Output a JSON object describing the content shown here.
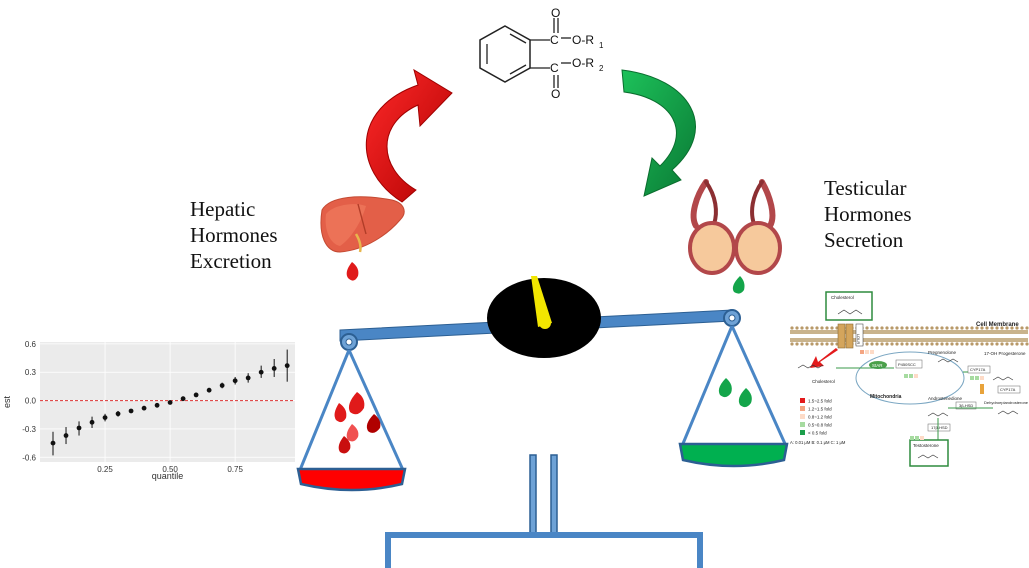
{
  "structure": {
    "carbonyl_o_top": "O",
    "carbonyl_o_bottom": "O",
    "c_top": "C",
    "c_bottom": "C",
    "ester_top": "O-R",
    "ester_top_sub": "1",
    "ester_bottom": "O-R",
    "ester_bottom_sub": "2"
  },
  "labels": {
    "hepatic": [
      "Hepatic",
      "Hormones",
      "Excretion"
    ],
    "testicular": [
      "Testicular",
      "Hormones",
      "Secretion"
    ]
  },
  "colors": {
    "hepatic_arrow": "#e01a1a",
    "testicular_arrow": "#14a54a",
    "balance_beam": "#4a86c5",
    "gauge": "#000000",
    "needle": "#f2e600",
    "left_pan_fill": "#ff0000",
    "right_pan_fill": "#00b050"
  },
  "chart_data": {
    "type": "scatter",
    "xlabel": "quantile",
    "ylabel": "est",
    "xlim": [
      0.0,
      0.98
    ],
    "ylim": [
      -0.65,
      0.62
    ],
    "xticks": [
      "0.25",
      "0.50",
      "0.75"
    ],
    "yticks": [
      "0.6",
      "0.3",
      "0.0",
      "-0.3",
      "-0.6"
    ],
    "reference_line": 0.0,
    "points": [
      {
        "x": 0.05,
        "y": -0.45,
        "lo": -0.58,
        "hi": -0.33
      },
      {
        "x": 0.1,
        "y": -0.37,
        "lo": -0.46,
        "hi": -0.28
      },
      {
        "x": 0.15,
        "y": -0.29,
        "lo": -0.37,
        "hi": -0.22
      },
      {
        "x": 0.2,
        "y": -0.23,
        "lo": -0.29,
        "hi": -0.17
      },
      {
        "x": 0.25,
        "y": -0.18,
        "lo": -0.22,
        "hi": -0.14
      },
      {
        "x": 0.3,
        "y": -0.14,
        "lo": -0.17,
        "hi": -0.11
      },
      {
        "x": 0.35,
        "y": -0.11,
        "lo": -0.13,
        "hi": -0.09
      },
      {
        "x": 0.4,
        "y": -0.08,
        "lo": -0.095,
        "hi": -0.065
      },
      {
        "x": 0.45,
        "y": -0.05,
        "lo": -0.06,
        "hi": -0.04
      },
      {
        "x": 0.5,
        "y": -0.02,
        "lo": -0.03,
        "hi": -0.01
      },
      {
        "x": 0.55,
        "y": 0.02,
        "lo": 0.01,
        "hi": 0.03
      },
      {
        "x": 0.6,
        "y": 0.06,
        "lo": 0.05,
        "hi": 0.07
      },
      {
        "x": 0.65,
        "y": 0.11,
        "lo": 0.09,
        "hi": 0.13
      },
      {
        "x": 0.7,
        "y": 0.16,
        "lo": 0.13,
        "hi": 0.19
      },
      {
        "x": 0.75,
        "y": 0.21,
        "lo": 0.17,
        "hi": 0.25
      },
      {
        "x": 0.8,
        "y": 0.24,
        "lo": 0.19,
        "hi": 0.29
      },
      {
        "x": 0.85,
        "y": 0.3,
        "lo": 0.24,
        "hi": 0.37
      },
      {
        "x": 0.9,
        "y": 0.34,
        "lo": 0.25,
        "hi": 0.44
      },
      {
        "x": 0.95,
        "y": 0.37,
        "lo": 0.2,
        "hi": 0.54
      }
    ]
  },
  "pathway": {
    "title": "Cell Membrane",
    "cholesterol_top": "Cholesterol",
    "cholesterol_mid": "Cholesterol",
    "mitochondria": "Mitochondria",
    "star": "StAR",
    "pregnenolone": "Pregnenolone",
    "progesterone": "17-OH Progesterone",
    "androstenedione": "Androstenedione",
    "dhea": "Dehydroepiandrosterone",
    "testosterone": "Testosterone",
    "enzymes": [
      "P450SCC",
      "CYP17A",
      "CYP17A",
      "3β-HSD",
      "17β-HSD"
    ],
    "receptor": "LDLR",
    "legend": [
      "1.5~2.5 fold",
      "1.2~1.5 fold",
      "0.8~1.2 fold",
      "0.5~0.8 fold",
      "< 0.5 fold"
    ],
    "legend_colors": [
      "#e31a1c",
      "#f4a582",
      "#fddbc7",
      "#a6dba0",
      "#1b9e4b"
    ],
    "dose_note": "A: 0.01 μM  B: 0.1 μM  C: 1 μM"
  }
}
